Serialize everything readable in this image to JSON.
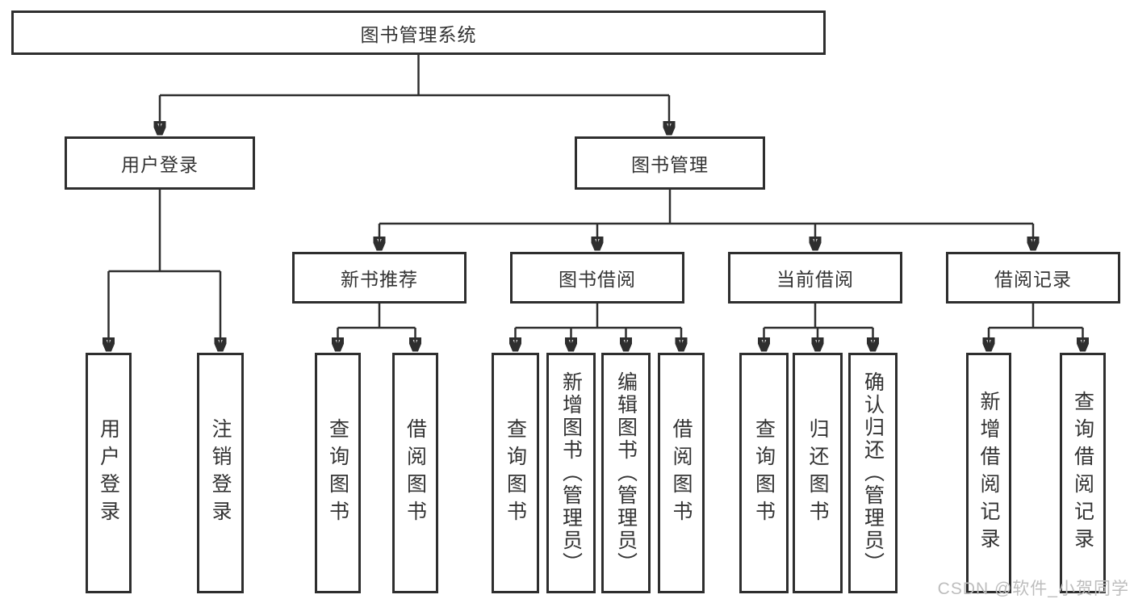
{
  "diagram": {
    "root": {
      "label": "图书管理系统"
    },
    "branches": [
      {
        "label": "用户登录",
        "children": [
          "用户登录",
          "注销登录"
        ]
      },
      {
        "label": "图书管理"
      }
    ],
    "modules": [
      {
        "label": "新书推荐",
        "children": [
          "查询图书",
          "借阅图书"
        ]
      },
      {
        "label": "图书借阅",
        "children": [
          "查询图书",
          "新增图书（管理员）",
          "编辑图书（管理员）",
          "借阅图书"
        ]
      },
      {
        "label": "当前借阅",
        "children": [
          "查询图书",
          "归还图书",
          "确认归还（管理员）"
        ]
      },
      {
        "label": "借阅记录",
        "children": [
          "新增借阅记录",
          "查询借阅记录"
        ]
      }
    ],
    "watermark": "CSDN @软件_小贺同学",
    "colors": {
      "line": "#2e2e2e",
      "box_border": "#2e2e2e",
      "text": "#333333",
      "watermark": "#bdbdbd",
      "background": "#ffffff"
    }
  }
}
